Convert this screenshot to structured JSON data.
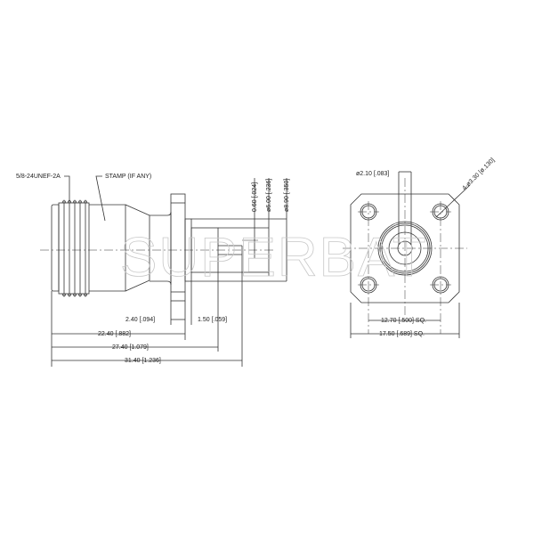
{
  "drawing": {
    "watermark": "SUPERBAT",
    "side_view": {
      "callouts": {
        "thread": "5/8-24UNEF-2A",
        "stamp": "STAMP (IF ANY)"
      },
      "vertical_dims": {
        "pin": "0.60 [.024]",
        "inner": "ø6.00 [.236]",
        "outer": "ø8.90 [.350]"
      },
      "horizontal_dims": {
        "flange": "2.40 [.094]",
        "step": "1.50 [.059]",
        "to_flange": "22.40 [.882]",
        "to_dielectric": "27.40 [1.079]",
        "overall": "31.40 [1.236]"
      }
    },
    "front_view": {
      "pin_dia": "ø2.10 [.083]",
      "holes": "4-ø3.30 [ø.130]",
      "hole_spacing": "12.70 [.500] SQ.",
      "flange_size": "17.50 [.689] SQ."
    }
  }
}
